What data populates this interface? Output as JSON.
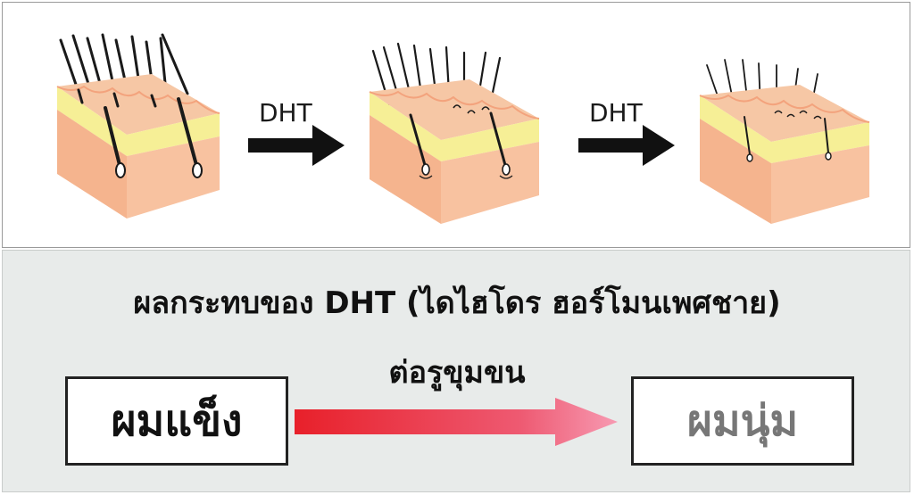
{
  "arrow_label_1": "DHT",
  "arrow_label_2": "DHT",
  "caption_line_1": "ผลกระทบของ DHT (ไดไฮโดร ฮอร์โมนเพศชาย)",
  "caption_line_2": "ต่อรูขุมขน",
  "state_before": "ผมแข็ง",
  "state_after": "ผมนุ่ม",
  "colors": {
    "skin": "#f5b48e",
    "skin_top": "#f6c7a5",
    "fat_layer": "#f6ef96",
    "hair": "#1a1a1a",
    "arrow_dark": "#111111",
    "arrow_gradient_start": "#e8202a",
    "arrow_gradient_end": "#f79ab2",
    "bottom_panel": "#e8ebea"
  }
}
